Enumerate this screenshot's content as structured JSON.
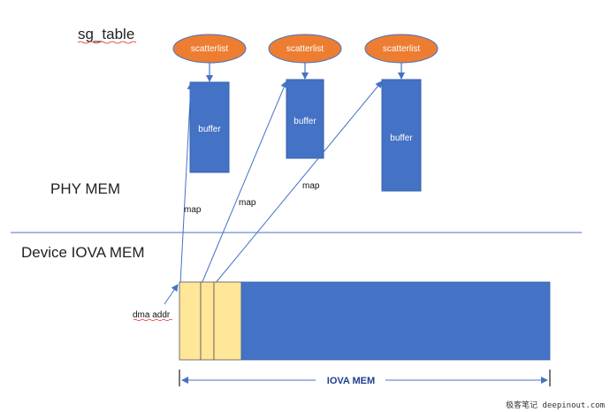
{
  "title": "sg_table",
  "sections": {
    "phy_mem": "PHY MEM",
    "device_iova_mem": "Device IOVA MEM"
  },
  "scatterlists": [
    {
      "label": "scatterlist"
    },
    {
      "label": "scatterlist"
    },
    {
      "label": "scatterlist"
    }
  ],
  "buffers": [
    {
      "label": "buffer"
    },
    {
      "label": "buffer"
    },
    {
      "label": "buffer"
    }
  ],
  "map_labels": [
    "map",
    "map",
    "map"
  ],
  "dma_addr": "dma addr",
  "iova_mem": "IOVA MEM",
  "watermark": "极客笔记 deepinout.com",
  "colors": {
    "scatterlist_fill": "#ed7d31",
    "buffer_fill": "#4472c4",
    "iova_segment_fill": "#ffe699",
    "arrow": "#4472c4",
    "divider": "#4472c4"
  }
}
